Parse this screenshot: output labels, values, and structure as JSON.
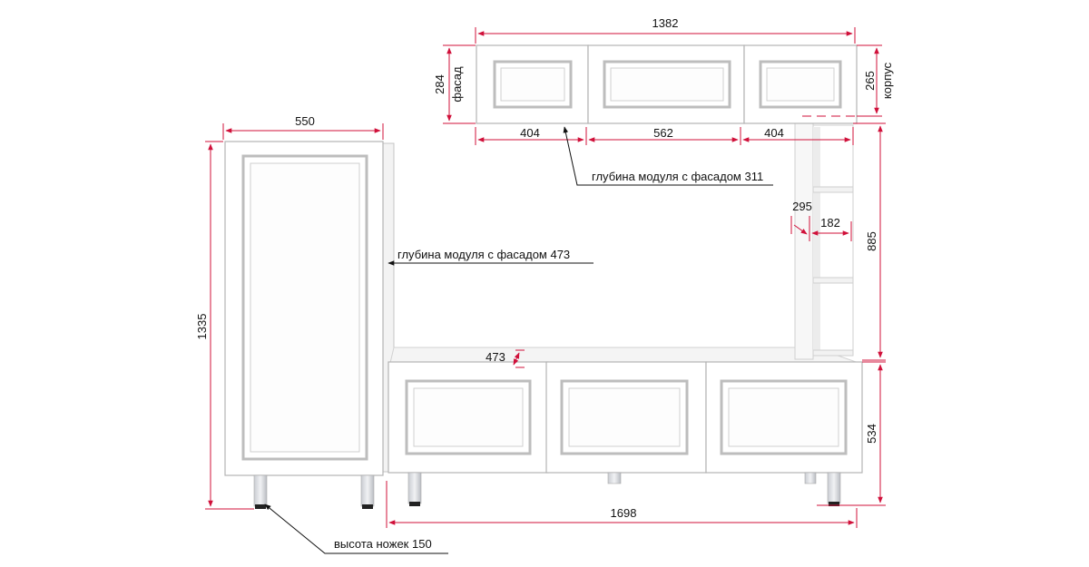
{
  "dimensions": {
    "upper_width": "1382",
    "upper_height_facade": "284",
    "upper_height_body": "265",
    "upper_left_width": "404",
    "upper_mid_width": "562",
    "upper_right_width": "404",
    "shelf_depth": "295",
    "shelf_width": "182",
    "shelf_height": "885",
    "tall_width": "550",
    "tall_height": "1335",
    "base_depth_marker": "473",
    "base_height": "534",
    "base_width": "1698"
  },
  "labels": {
    "facade": "фасад",
    "body": "корпус"
  },
  "annotations": {
    "upper_depth": "глубина модуля с фасадом 311",
    "tall_depth": "глубина модуля с фасадом 473",
    "legs_height": "высота ножек 150"
  },
  "colors": {
    "dimension": "#d0103a",
    "outline": "#b9b9b9",
    "panel": "#ffffff",
    "shadow": "#e7e7e7",
    "leg": "#d8dbe0",
    "foot": "#222222"
  }
}
